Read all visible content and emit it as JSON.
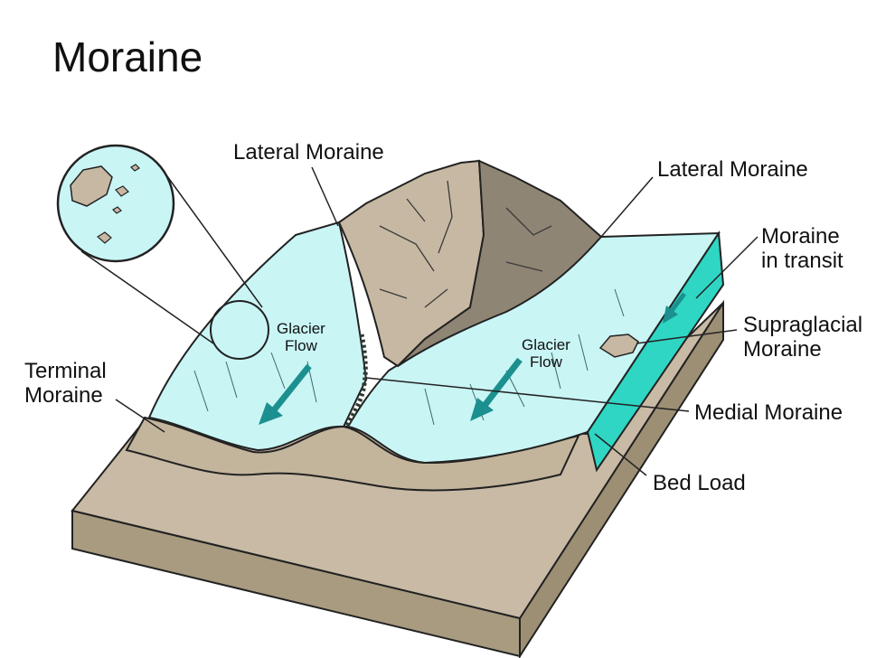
{
  "title": "Moraine",
  "labels": {
    "lateral_left": "Lateral Moraine",
    "lateral_right": "Lateral Moraine",
    "in_transit": [
      "Moraine",
      "in transit"
    ],
    "supraglacial": [
      "Supraglacial",
      "Moraine"
    ],
    "terminal": [
      "Terminal",
      "Moraine"
    ],
    "medial": "Medial Moraine",
    "bed_load": "Bed Load"
  },
  "flow_labels": {
    "left": [
      "Glacier",
      "Flow"
    ],
    "right": [
      "Glacier",
      "Flow"
    ]
  },
  "colors": {
    "ice": "#c9f5f5",
    "ice_edge": "#2fd6c4",
    "arrow": "#1c8f8f",
    "rock_light": "#c7b8a3",
    "rock_dark": "#8f8574",
    "ground_top": "#c8baa4",
    "ground_side": "#a89b80",
    "outline": "#222222"
  }
}
